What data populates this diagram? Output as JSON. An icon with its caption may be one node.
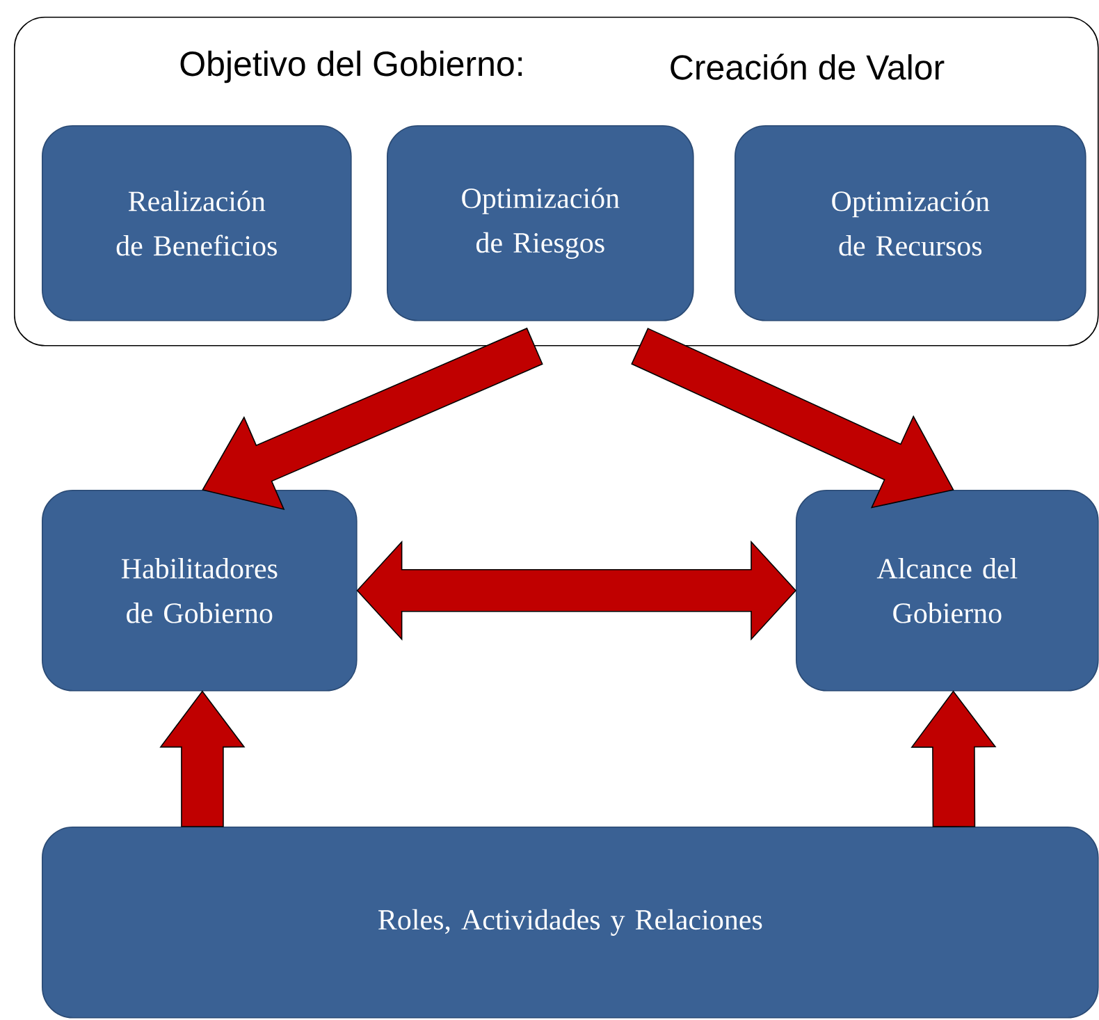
{
  "diagram": {
    "nodes": [
      {
        "text": [
          "Objetivo del Gobierno:",
          "Creación de Valor"
        ]
      },
      {
        "text": [
          "Realización de Beneficios"
        ],
        "in": 0
      },
      {
        "text": [
          "Optimización de Riesgos"
        ],
        "in": 0
      },
      {
        "text": [
          "Optimización de Recursos"
        ],
        "in": 0
      },
      {
        "text": [
          "Habilitadores de Gobierno"
        ]
      },
      {
        "text": [
          "Alcance del Gobierno"
        ]
      },
      {
        "text": [
          "Roles, Actividades y Relaciones"
        ]
      }
    ],
    "edges": [
      {
        "from": 0,
        "to": 4,
        "arrow": "to"
      },
      {
        "from": 0,
        "to": 5,
        "arrow": "to"
      },
      {
        "from": 4,
        "to": 5,
        "arrow": "both"
      },
      {
        "from": 6,
        "to": 4,
        "arrow": "to"
      },
      {
        "from": 6,
        "to": 5,
        "arrow": "to"
      }
    ]
  }
}
